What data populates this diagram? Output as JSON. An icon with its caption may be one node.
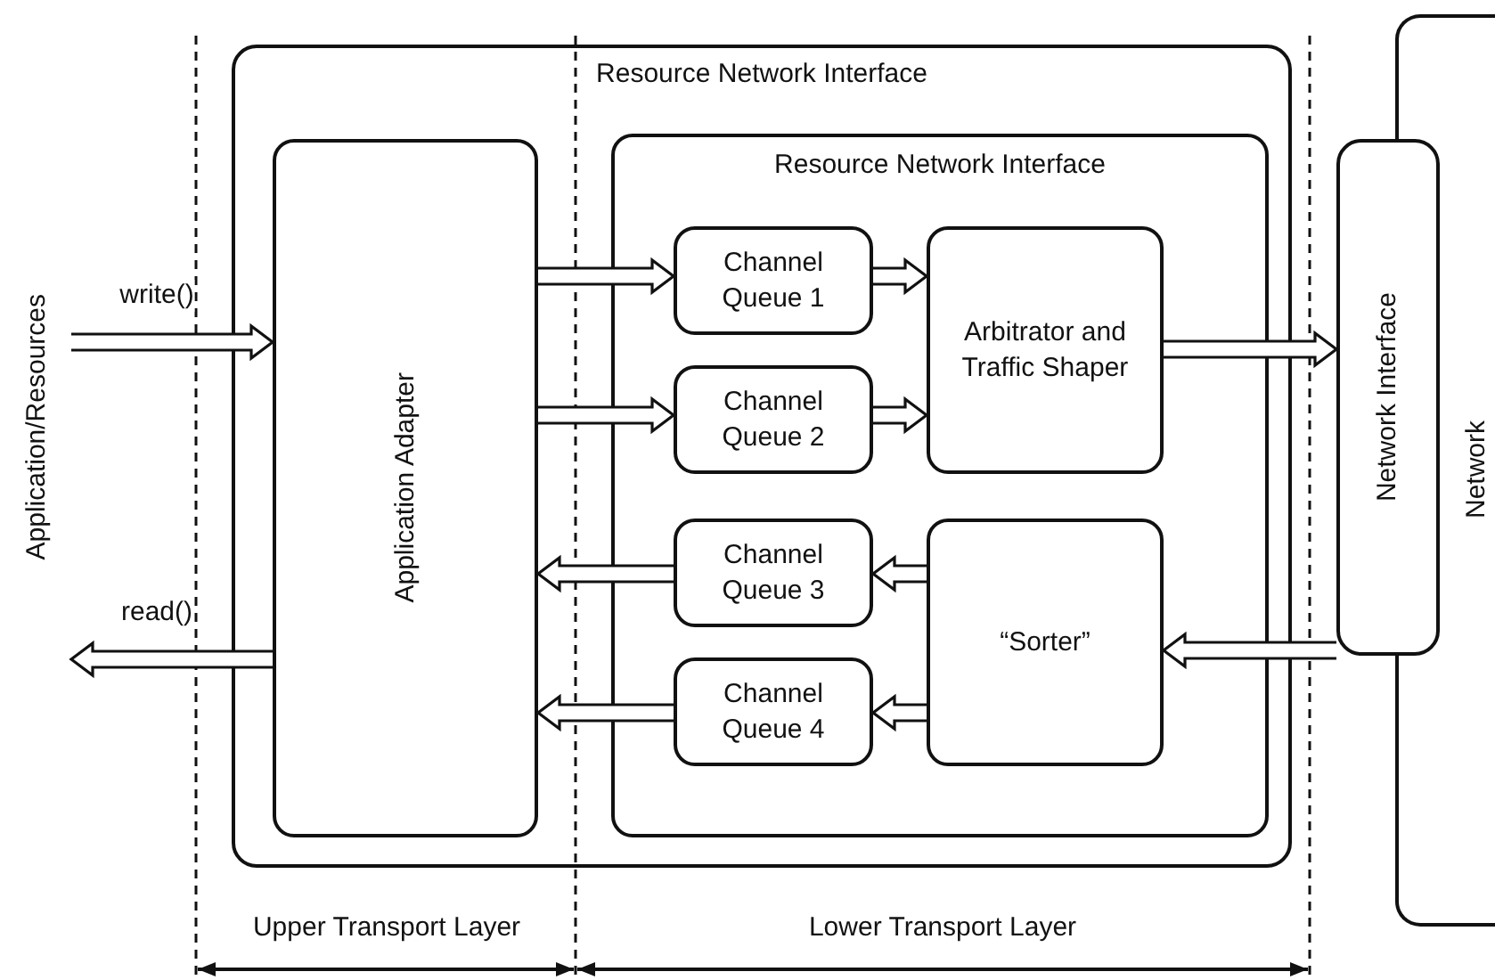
{
  "diagram": {
    "nodes": [
      {
        "text": [
          "Application/Resources"
        ]
      },
      {
        "text": [
          "Resource Network Interface"
        ]
      },
      {
        "text": [
          "Application Adapter"
        ],
        "in": 1
      },
      {
        "text": [
          "Resource Network Interface"
        ],
        "in": 1
      },
      {
        "text": [
          "Channel Queue 1"
        ],
        "in": 3
      },
      {
        "text": [
          "Channel Queue 2"
        ],
        "in": 3
      },
      {
        "text": [
          "Arbitrator and Traffic Shaper"
        ],
        "in": 3
      },
      {
        "text": [
          "Channel Queue 3"
        ],
        "in": 3
      },
      {
        "text": [
          "Channel Queue 4"
        ],
        "in": 3
      },
      {
        "text": [
          "“Sorter”"
        ],
        "in": 3
      },
      {
        "text": [
          "Network Interface"
        ]
      },
      {
        "text": [
          "Network"
        ]
      }
    ],
    "edges": [
      {
        "from": 0,
        "to": 2,
        "arrow": "to",
        "label": "write()"
      },
      {
        "from": 2,
        "to": 0,
        "arrow": "to",
        "label": "read()"
      },
      {
        "from": 2,
        "to": 4,
        "arrow": "to"
      },
      {
        "from": 2,
        "to": 5,
        "arrow": "to"
      },
      {
        "from": 4,
        "to": 6,
        "arrow": "to"
      },
      {
        "from": 5,
        "to": 6,
        "arrow": "to"
      },
      {
        "from": 6,
        "to": 10,
        "arrow": "to"
      },
      {
        "from": 10,
        "to": 9,
        "arrow": "to"
      },
      {
        "from": 9,
        "to": 7,
        "arrow": "to"
      },
      {
        "from": 9,
        "to": 8,
        "arrow": "to"
      },
      {
        "from": 7,
        "to": 2,
        "arrow": "to"
      },
      {
        "from": 8,
        "to": 2,
        "arrow": "to"
      }
    ],
    "labels": [
      "Upper Transport Layer",
      "Lower Transport Layer"
    ]
  }
}
